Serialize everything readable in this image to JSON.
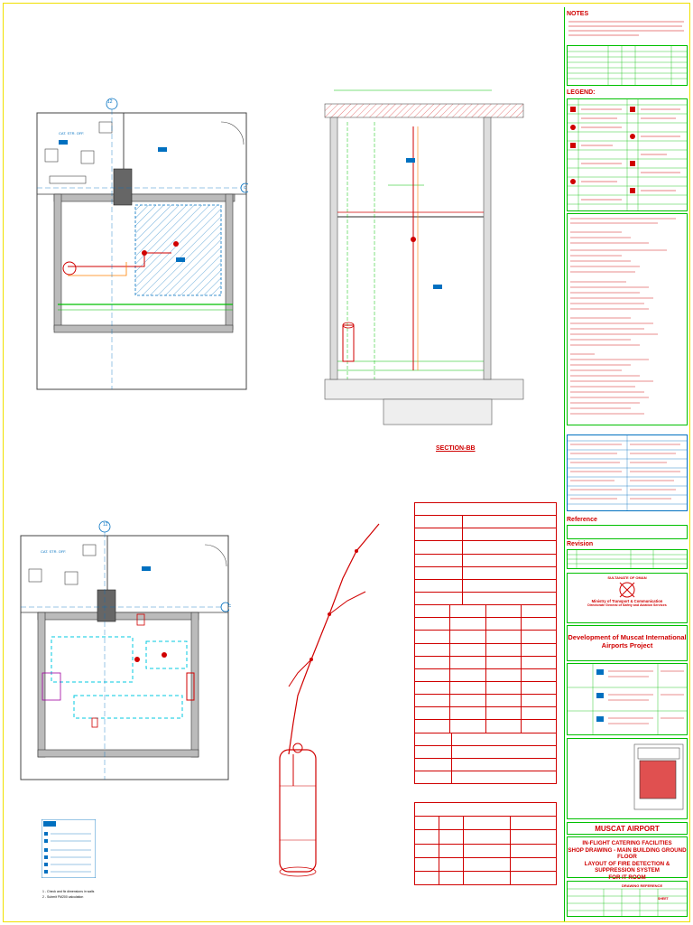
{
  "titleblock": {
    "notes_heading": "NOTES",
    "legend_heading": "LEGEND:",
    "reference_heading": "Reference",
    "revision_heading": "Revision",
    "sultanate": "SULTANATE OF OMAN",
    "ministry_line1": "Ministry of Transport & Communication",
    "ministry_line2": "Directorate General of Safety and Aviation Services",
    "project_line1": "Development of Muscat International",
    "project_line2": "Airports Project",
    "airport_name": "MUSCAT AIRPORT",
    "drawing_title_line1": "IN-FLIGHT CATERING FACILITIES",
    "drawing_title_line2": "SHOP DRAWING - MAIN BUILDING GROUND FLOOR",
    "drawing_title_line3": "LAYOUT OF FIRE DETECTION & SUPPRESSION SYSTEM",
    "drawing_title_line4": "FOR IT ROOM",
    "drawing_reference": "DRAWING REFERENCE",
    "sheet_label": "SHEET"
  },
  "drawings": {
    "section_title": "SECTION-BB",
    "grid_marker_top": "12",
    "grid_marker_bottom": "12",
    "grid_marker_c1": "C",
    "grid_marker_c2": "C",
    "room_label_1": "CAT. STR. OFF.",
    "room_label_2": "CAT. STR. OFF.",
    "footnote_1": "1 - Check and fix dimensions in walls",
    "footnote_2": "2 - Submit FM200 calculation"
  },
  "colors": {
    "red": "#d00000",
    "green": "#00c000",
    "blue": "#0070c0",
    "yellow": "#f0e000",
    "cyan": "#00c8e0"
  }
}
